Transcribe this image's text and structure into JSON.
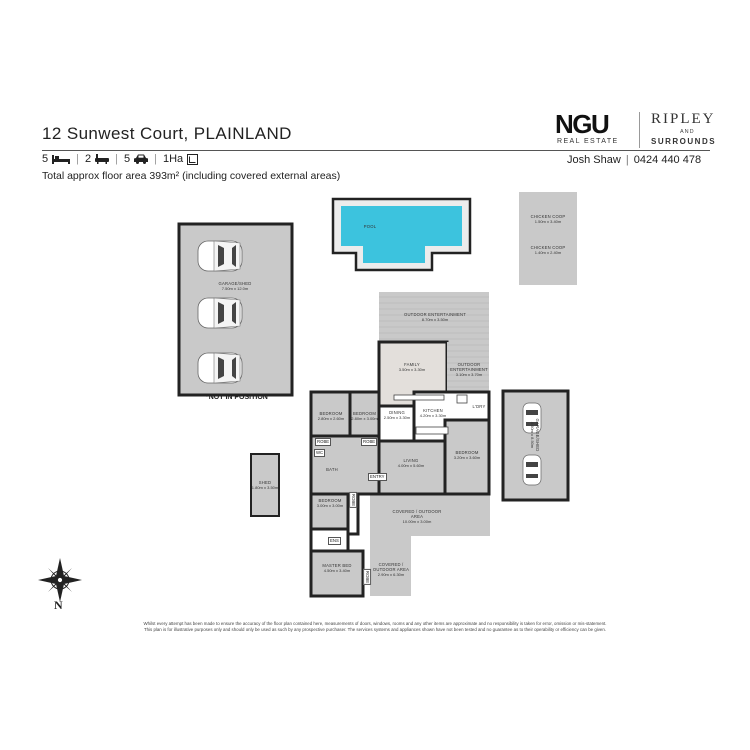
{
  "listing": {
    "title": "12 Sunwest Court, PLAINLAND",
    "bedrooms": "5",
    "bathrooms": "2",
    "car_spaces": "5",
    "land": "1Ha",
    "total_area": "Total approx floor area 393m² (including covered external areas)"
  },
  "branding": {
    "ngu": "NGU",
    "real_estate": "REAL ESTATE",
    "ripley": "RIPLEY",
    "and": "AND",
    "surrounds": "SURROUNDS",
    "agent_name": "Josh Shaw",
    "agent_phone": "0424 440 478"
  },
  "rooms": {
    "pool": {
      "name": "POOL",
      "dims": ""
    },
    "chicken_coop_1": {
      "name": "CHICKEN COOP",
      "dims": "1.50m x 3.40m"
    },
    "chicken_coop_2": {
      "name": "CHICKEN COOP",
      "dims": "1.40m x 2.40m"
    },
    "garage_shed": {
      "name": "GARAGE/SHED",
      "dims": "7.50m x 12.0m"
    },
    "outdoor_ent_1": {
      "name": "OUTDOOR ENTERTAINMENT",
      "dims": "8.70m x 3.50m"
    },
    "family": {
      "name": "FAMILY",
      "dims": "3.50m x 3.30m"
    },
    "outdoor_ent_2": {
      "name": "OUTDOOR ENTERTAINMENT",
      "dims": "3.10m x 3.70m"
    },
    "bedroom_1": {
      "name": "BEDROOM",
      "dims": "2.80m x 2.60m"
    },
    "bedroom_2": {
      "name": "BEDROOM",
      "dims": "2.80m x 3.00m"
    },
    "dining": {
      "name": "DINING",
      "dims": "2.50m x 3.30m"
    },
    "kitchen": {
      "name": "KITCHEN",
      "dims": "4.20m x 3.30m"
    },
    "ldry": {
      "name": "L'DRY",
      "dims": ""
    },
    "garage_right": {
      "name": "GARAGE/SHED",
      "dims": "4.60m x 8.50m"
    },
    "living": {
      "name": "LIVING",
      "dims": "4.00m x 5.60m"
    },
    "bedroom_3": {
      "name": "BEDROOM",
      "dims": "3.20m x 3.60m"
    },
    "shed": {
      "name": "SHED",
      "dims": "1.80m x 3.50m"
    },
    "bath": {
      "name": "BATH",
      "dims": ""
    },
    "bedroom_4": {
      "name": "BEDROOM",
      "dims": "3.00m x 3.00m"
    },
    "covered_1": {
      "name": "COVERED / OUTDOOR AREA",
      "dims": "10.00m x 3.00m"
    },
    "covered_2": {
      "name": "COVERED / OUTDOOR AREA",
      "dims": "2.90m x 6.30m"
    },
    "master_bed": {
      "name": "MASTER BED",
      "dims": "4.50m x 3.40m"
    }
  },
  "tags": {
    "robe_1": "ROBE",
    "robe_2": "ROBE",
    "wc": "WC",
    "entry": "ENTRY",
    "robe_3": "ROBE",
    "ens": "ENS",
    "robe_4": "ROBE"
  },
  "note": "*NOT IN POSITION",
  "compass": "N",
  "disclaimer": [
    "Whilst every attempt has been made to ensure the accuracy of the floor plan contained here, measurements of doors, windows, rooms and any other items are approximate and no responsibility is taken for error, omission or mis-statement.",
    "This plan is for illustrative purposes only and should only be used as such by any prospective purchaser. The services systems and appliances shown have not been tested and no guarantee as to their operability or efficiency can be given."
  ]
}
